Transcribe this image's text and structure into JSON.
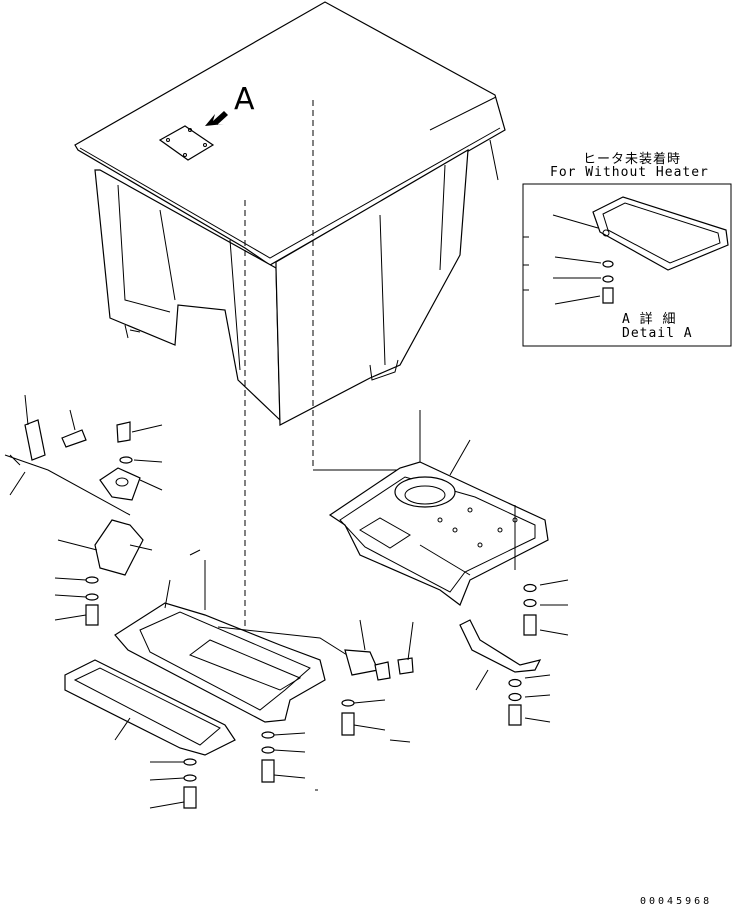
{
  "view_label": "A",
  "detail_box": {
    "title_jp": "ヒータ未装着時",
    "title_en": "For Without Heater",
    "detail_jp": "A 詳 細",
    "detail_en": "Detail A"
  },
  "drawing_number": "00045968",
  "colors": {
    "line": "#000000",
    "background": "#ffffff"
  }
}
